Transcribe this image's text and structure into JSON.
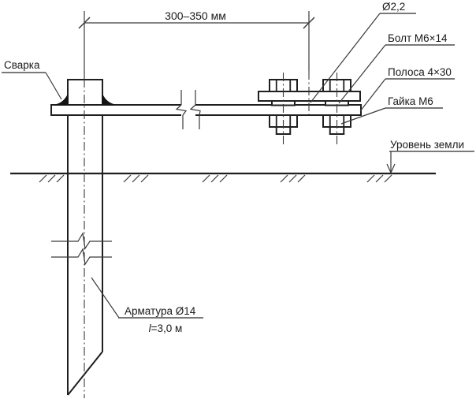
{
  "diagram": {
    "type": "technical-drawing-ground-electrode-detail",
    "dimension_label": "300–350 мм",
    "labels": {
      "weld": "Сварка",
      "hole_diameter": "Ø2,2",
      "bolt": "Болт М6×14",
      "strip": "Полоса 4×30",
      "nut": "Гайка М6",
      "ground_level": "Уровень земли",
      "rebar": "Арматура Ø14",
      "rebar_length_var": "l",
      "rebar_length_value": "=3,0 м"
    },
    "colors": {
      "object_line": "#1f1f1f",
      "thin_line": "#3a3a3a",
      "text": "#1a1a1a",
      "weld_fill": "#141414",
      "background": "#ffffff"
    }
  }
}
